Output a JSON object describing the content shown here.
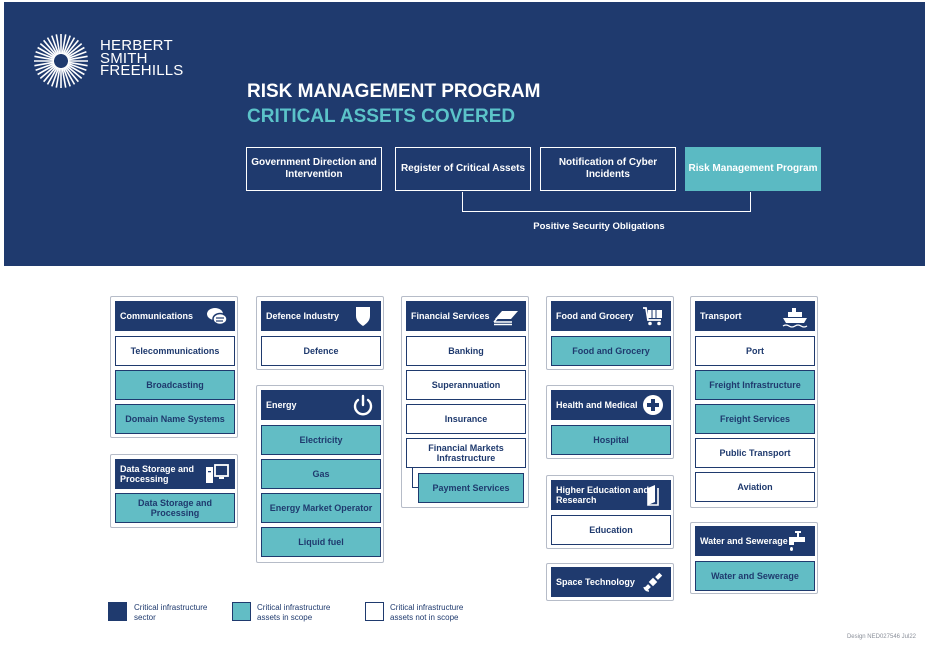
{
  "brand": {
    "line1": "HERBERT",
    "line2": "SMITH",
    "line3": "FREEHILLS"
  },
  "title": {
    "line1": "RISK MANAGEMENT PROGRAM",
    "line2": "CRITICAL ASSETS COVERED"
  },
  "steps": [
    {
      "label": "Government Direction and Intervention",
      "active": false
    },
    {
      "label": "Register of Critical Assets",
      "active": false
    },
    {
      "label": "Notification of Cyber Incidents",
      "active": false
    },
    {
      "label": "Risk Management Program",
      "active": true
    }
  ],
  "obligations_label": "Positive Security Obligations",
  "sectors": {
    "communications": {
      "title": "Communications",
      "icon": "speech-bubble-icon",
      "items": [
        {
          "label": "Telecommunications",
          "in_scope": false
        },
        {
          "label": "Broadcasting",
          "in_scope": true
        },
        {
          "label": "Domain Name Systems",
          "in_scope": true
        }
      ]
    },
    "data_storage": {
      "title": "Data Storage and Processing",
      "icon": "computer-icon",
      "items": [
        {
          "label": "Data Storage and Processing",
          "in_scope": true
        }
      ]
    },
    "defence": {
      "title": "Defence Industry",
      "icon": "shield-icon",
      "items": [
        {
          "label": "Defence",
          "in_scope": false
        }
      ]
    },
    "energy": {
      "title": "Energy",
      "icon": "power-icon",
      "items": [
        {
          "label": "Electricity",
          "in_scope": true
        },
        {
          "label": "Gas",
          "in_scope": true
        },
        {
          "label": "Energy Market Operator",
          "in_scope": true
        },
        {
          "label": "Liquid fuel",
          "in_scope": true
        }
      ]
    },
    "financial": {
      "title": "Financial Services",
      "icon": "banknotes-icon",
      "items": [
        {
          "label": "Banking",
          "in_scope": false
        },
        {
          "label": "Superannuation",
          "in_scope": false
        },
        {
          "label": "Insurance",
          "in_scope": false
        },
        {
          "label": "Financial Markets Infrastructure",
          "in_scope": false
        },
        {
          "label": "Payment Services",
          "in_scope": true
        }
      ]
    },
    "food": {
      "title": "Food and Grocery",
      "icon": "shopping-cart-icon",
      "items": [
        {
          "label": "Food and Grocery",
          "in_scope": true
        }
      ]
    },
    "health": {
      "title": "Health and Medical",
      "icon": "medical-cross-icon",
      "items": [
        {
          "label": "Hospital",
          "in_scope": true
        }
      ]
    },
    "education": {
      "title": "Higher Education and Research",
      "icon": "book-icon",
      "items": [
        {
          "label": "Education",
          "in_scope": false
        }
      ]
    },
    "space": {
      "title": "Space Technology",
      "icon": "satellite-icon",
      "items": []
    },
    "transport": {
      "title": "Transport",
      "icon": "ship-icon",
      "items": [
        {
          "label": "Port",
          "in_scope": false
        },
        {
          "label": "Freight Infrastructure",
          "in_scope": true
        },
        {
          "label": "Freight Services",
          "in_scope": true
        },
        {
          "label": "Public Transport",
          "in_scope": false
        },
        {
          "label": "Aviation",
          "in_scope": false
        }
      ]
    },
    "water": {
      "title": "Water and Sewerage",
      "icon": "tap-icon",
      "items": [
        {
          "label": "Water and Sewerage",
          "in_scope": true
        }
      ]
    }
  },
  "legend": [
    {
      "line1": "Critical infrastructure",
      "line2": "sector",
      "color": "#1f3a6e"
    },
    {
      "line1": "Critical infrastructure",
      "line2": "assets in scope",
      "color": "#62bdc5"
    },
    {
      "line1": "Critical infrastructure",
      "line2": "assets not in scope",
      "color": "#ffffff"
    }
  ],
  "credit": "Design NED027546 Jul22",
  "colors": {
    "navy": "#1f3a6e",
    "teal": "#62bdc5",
    "title_accent": "#5bc3c9"
  }
}
